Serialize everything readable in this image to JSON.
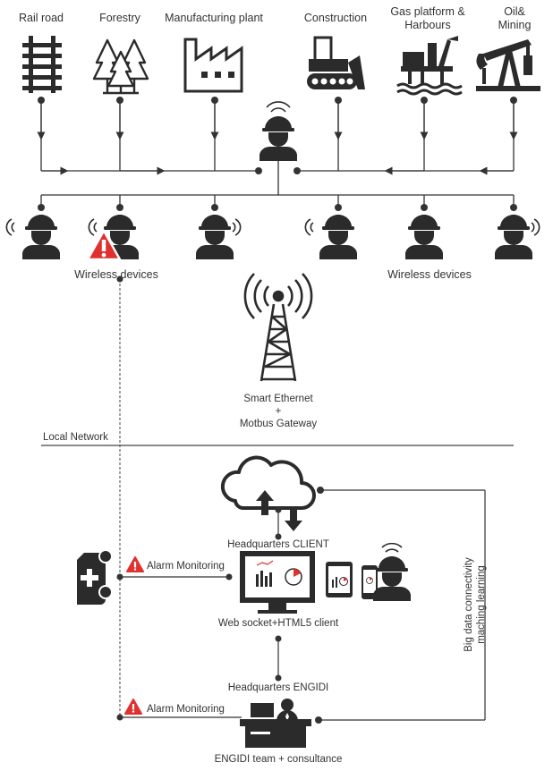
{
  "industries": [
    {
      "id": "railroad",
      "label": "Rail road",
      "icon": "railroad-icon"
    },
    {
      "id": "forestry",
      "label": "Forestry",
      "icon": "trees-icon"
    },
    {
      "id": "manufacturing",
      "label": "Manufacturing plant",
      "icon": "factory-icon"
    },
    {
      "id": "construction",
      "label": "Construction",
      "icon": "bulldozer-icon"
    },
    {
      "id": "gas",
      "label1": "Gas platform &",
      "label2": "Harbours",
      "icon": "oil-platform-icon"
    },
    {
      "id": "oil",
      "label1": "Oil&",
      "label2": "Mining",
      "icon": "pumpjack-icon"
    }
  ],
  "wireless_left": "Wireless devices",
  "wireless_right": "Wireless devices",
  "gateway_line1": "Smart Ethernet",
  "gateway_plus": "+",
  "gateway_line2": "Motbus Gateway",
  "local_network": "Local Network",
  "hq_client": "Headquarters CLIENT",
  "alarm_1": "Alarm Monitoring",
  "alarm_2": "Alarm Monitoring",
  "web_client": "Web socket+HTML5 client",
  "hq_engidi": "Headquarters ENGIDI",
  "engidi_team": "ENGIDI team + consultance",
  "big_data_1": "Big data connectivity",
  "big_data_2": "maching learning",
  "colors": {
    "ink": "#2b2b2b",
    "alarm": "#e0312f",
    "line": "#3a3a3a"
  }
}
